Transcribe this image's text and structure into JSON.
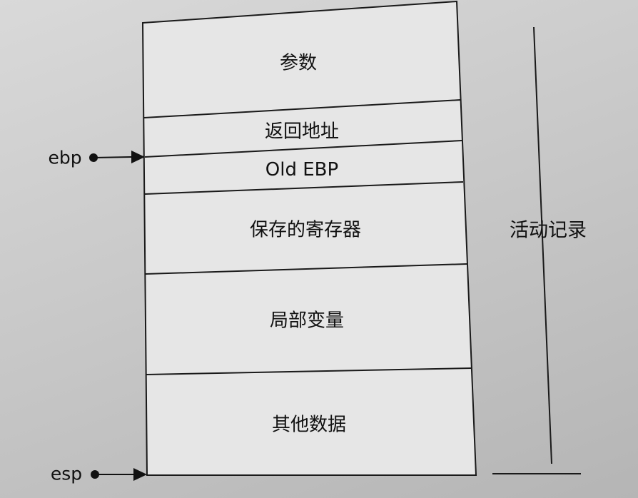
{
  "stack_frame": {
    "cells": [
      "参数",
      "返回地址",
      "Old EBP",
      "保存的寄存器",
      "局部变量",
      "其他数据"
    ]
  },
  "pointers": {
    "ebp": "ebp",
    "esp": "esp"
  },
  "activation_record_label": "活动记录"
}
